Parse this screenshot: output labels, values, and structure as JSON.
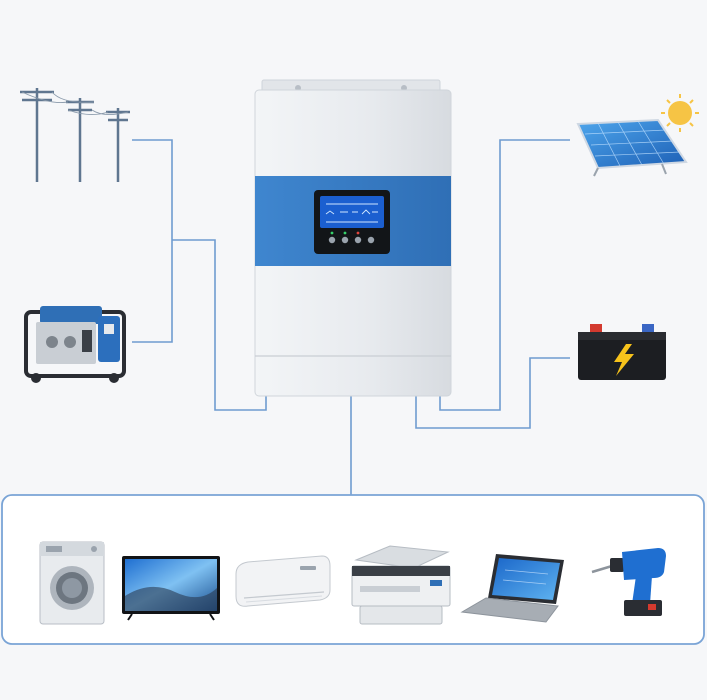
{
  "diagram": {
    "inverter": {
      "brand_color": "#3c7fc6",
      "body_color": "#e9ecef",
      "lcd_color": "#1b5fd0",
      "buttons": 4
    },
    "inputs_left": [
      "utility-grid-poles",
      "gasoline-generator"
    ],
    "inputs_right": [
      "solar-panel",
      "battery"
    ],
    "loads": [
      "washing-machine",
      "television",
      "air-conditioner",
      "printer",
      "laptop",
      "power-drill"
    ],
    "connector_color": "#6f9ccf",
    "panel_border_color": "#7aa4d6"
  }
}
